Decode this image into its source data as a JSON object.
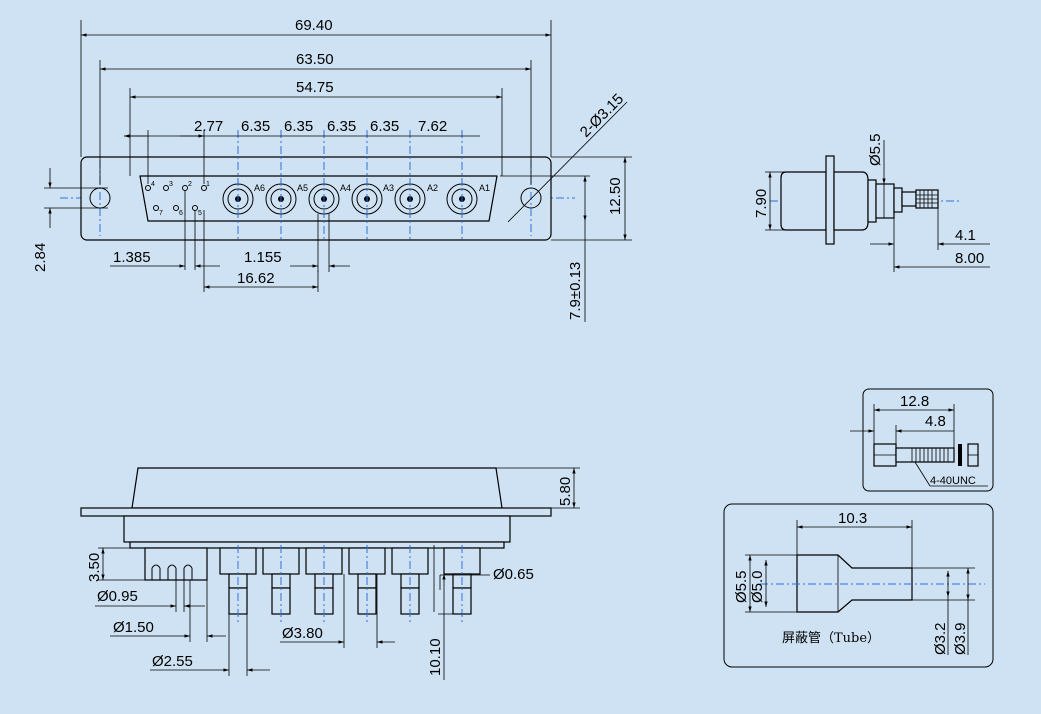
{
  "top_view": {
    "overall_width": "69.40",
    "mount_spacing": "63.50",
    "shell_width": "54.75",
    "signal_offset": "2.77",
    "pitches": [
      "6.35",
      "6.35",
      "6.35",
      "6.35",
      "7.62"
    ],
    "mount_holes": "2-Ø3.15",
    "height": "12.50",
    "left_offset": "2.84",
    "signal_pitch": "1.385",
    "signal_row_offset": "1.155",
    "signal_span": "16.62",
    "vertical_pos": "7.9±0.13",
    "coax_labels": [
      "A6",
      "A5",
      "A4",
      "A3",
      "A2",
      "A1"
    ],
    "pin_labels": [
      "4",
      "3",
      "2",
      "1",
      "7",
      "6",
      "5"
    ]
  },
  "side_view": {
    "height": "7.90",
    "diameter": "Ø5.5",
    "dim_a": "4.1",
    "dim_b": "8.00"
  },
  "front_view": {
    "flange_height": "5.80",
    "pin_height": "3.50",
    "pin_dia": "Ø0.95",
    "contact_dia": "Ø0.65",
    "pitch_a": "Ø1.50",
    "pitch_b": "Ø3.80",
    "pitch_c": "Ø2.55",
    "length": "10.10"
  },
  "screw_detail": {
    "length": "12.8",
    "thread": "4.8",
    "spec": "4-40UNC"
  },
  "tube_detail": {
    "length": "10.3",
    "outer_dia": "Ø5.5",
    "inner_dia": "Ø5.0",
    "small_dia_a": "Ø3.2",
    "small_dia_b": "Ø3.9",
    "caption": "屏蔽管（Tube）"
  }
}
